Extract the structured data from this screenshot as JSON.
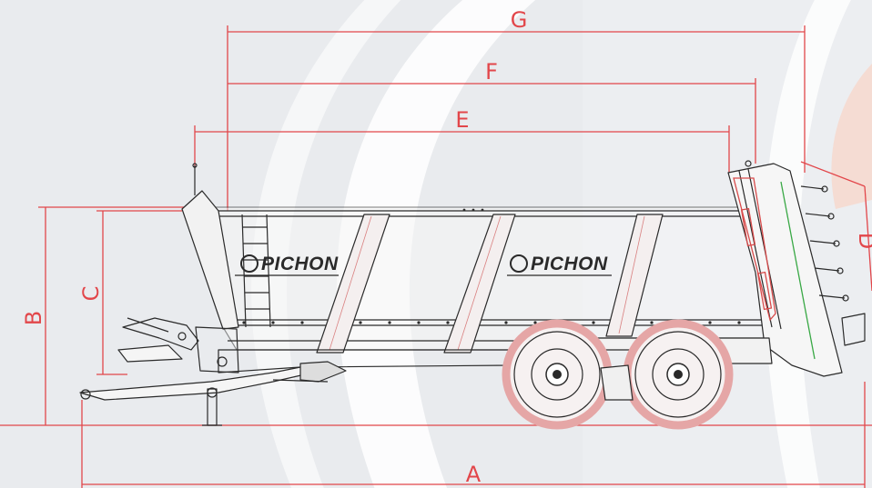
{
  "colors": {
    "dimension_line": "#e2464a",
    "outline": "#2a2a2a",
    "wheel_ring": "#e5a6a6",
    "green_line": "#39a845",
    "background": "#e9ebee"
  },
  "dimensions": {
    "A": "A",
    "B": "B",
    "C": "C",
    "D": "D",
    "E": "E",
    "F": "F",
    "G": "G"
  },
  "brand_front": "PICHON",
  "brand_mid": "PICHON"
}
